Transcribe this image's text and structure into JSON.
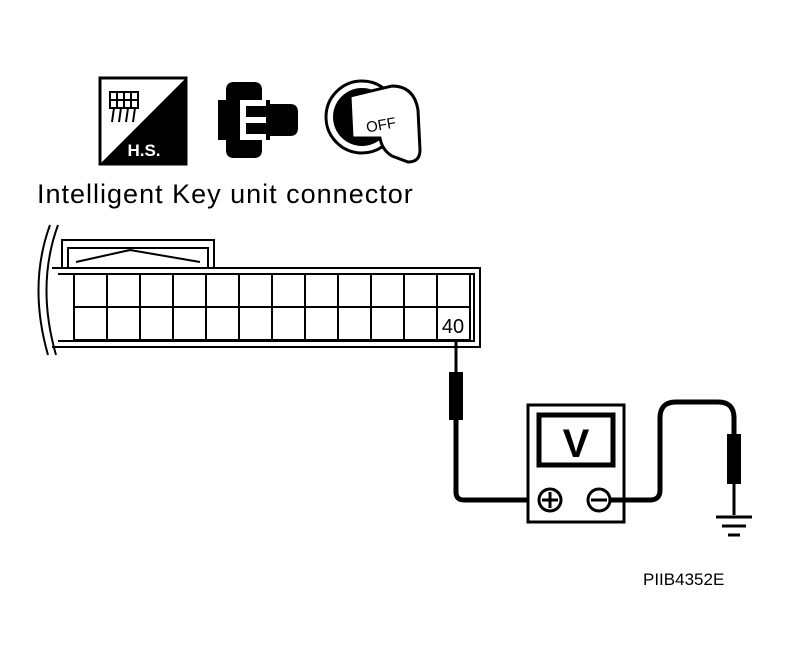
{
  "icons": {
    "harness_label": "H.S.",
    "ignition_label": "OFF",
    "items": [
      "harness-sign-icon",
      "connector-disconnect-icon",
      "ignition-key-off-icon"
    ]
  },
  "connector": {
    "title": "Intelligent Key unit connector",
    "terminal": "40"
  },
  "meter": {
    "label": "V"
  },
  "figure_code": "PIIB4352E"
}
